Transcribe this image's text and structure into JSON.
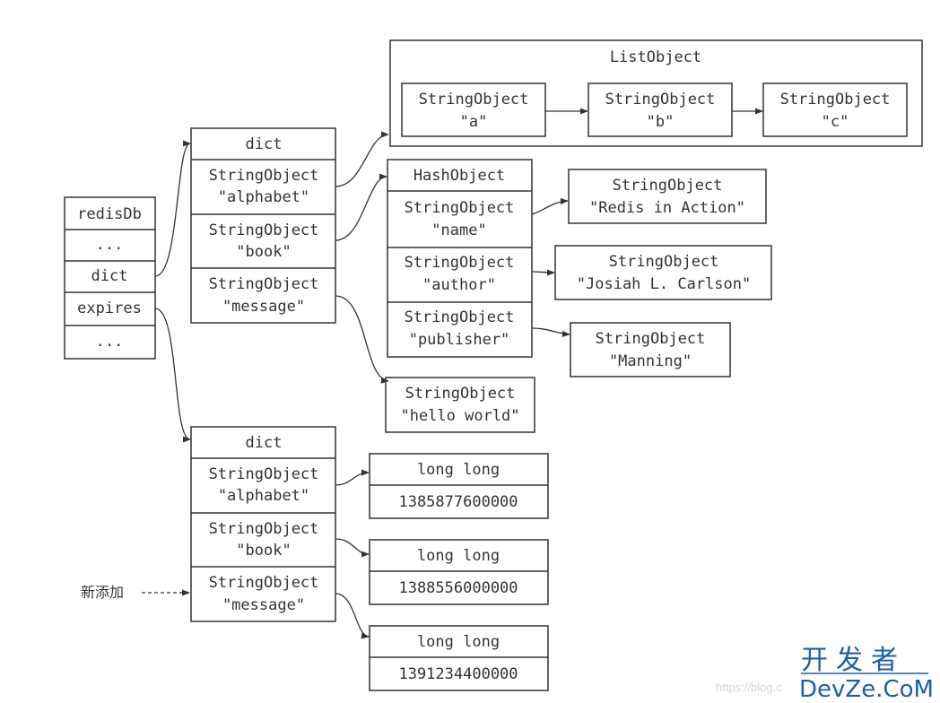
{
  "list_object": {
    "title": "ListObject",
    "items": [
      {
        "type": "StringObject",
        "value": "\"a\""
      },
      {
        "type": "StringObject",
        "value": "\"b\""
      },
      {
        "type": "StringObject",
        "value": "\"c\""
      }
    ]
  },
  "redis_db": {
    "cells": [
      "redisDb",
      "...",
      "dict",
      "expires",
      "..."
    ]
  },
  "dict": {
    "title": "dict",
    "keys": [
      {
        "type": "StringObject",
        "value": "\"alphabet\""
      },
      {
        "type": "StringObject",
        "value": "\"book\""
      },
      {
        "type": "StringObject",
        "value": "\"message\""
      }
    ]
  },
  "hash_object": {
    "title": "HashObject",
    "fields": [
      {
        "type": "StringObject",
        "value": "\"name\""
      },
      {
        "type": "StringObject",
        "value": "\"author\""
      },
      {
        "type": "StringObject",
        "value": "\"publisher\""
      }
    ]
  },
  "hash_values": [
    {
      "type": "StringObject",
      "value": "\"Redis in Action\""
    },
    {
      "type": "StringObject",
      "value": "\"Josiah L. Carlson\""
    },
    {
      "type": "StringObject",
      "value": "\"Manning\""
    }
  ],
  "message_value": {
    "type": "StringObject",
    "value": "\"hello world\""
  },
  "expires_dict": {
    "title": "dict",
    "keys": [
      {
        "type": "StringObject",
        "value": "\"alphabet\""
      },
      {
        "type": "StringObject",
        "value": "\"book\""
      },
      {
        "type": "StringObject",
        "value": "\"message\""
      }
    ]
  },
  "expire_values": [
    {
      "type": "long long",
      "value": "1385877600000"
    },
    {
      "type": "long long",
      "value": "1388556000000"
    },
    {
      "type": "long long",
      "value": "1391234400000"
    }
  ],
  "new_label": "新添加",
  "watermark": {
    "url": "https://blog.c",
    "cn": "开发者",
    "en": "DevZe.CoM"
  }
}
